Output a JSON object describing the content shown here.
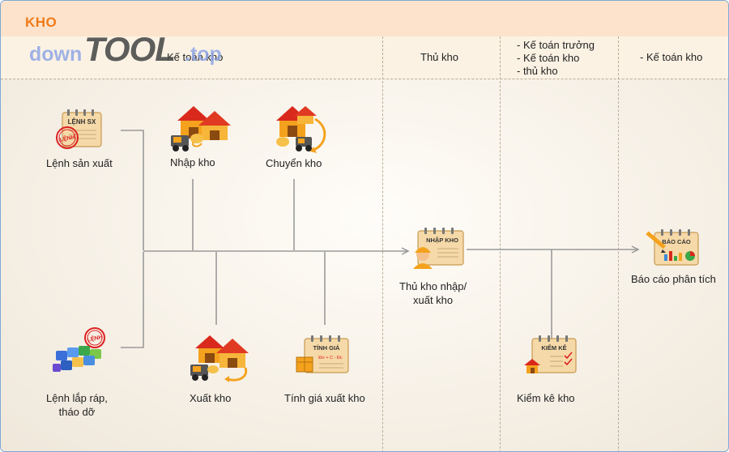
{
  "title": "KHO",
  "watermark": {
    "part1": "down",
    "part2": "TOOL",
    "part3": ".top"
  },
  "columns": [
    {
      "id": "ke-toan-kho",
      "label": "Kế toán kho"
    },
    {
      "id": "thu-kho",
      "label": "Thủ kho"
    },
    {
      "id": "multi-role",
      "lines": [
        "- Kế toán trưởng",
        "- Kế toán kho",
        "- thủ kho"
      ]
    },
    {
      "id": "ke-toan-kho-2",
      "label": "- Kế toán kho"
    }
  ],
  "nodes": {
    "lenh_san_xuat": {
      "label": "Lệnh sản xuất",
      "icon_text": "LỆNH SX",
      "stamp_text": "LỆNH"
    },
    "nhap_kho": {
      "label": "Nhập kho"
    },
    "chuyen_kho": {
      "label": "Chuyển kho"
    },
    "thu_kho_nhap_xuat": {
      "label_line1": "Thủ kho nhập/",
      "label_line2": "xuất kho",
      "icon_text": "NHẬP KHO"
    },
    "bao_cao": {
      "label": "Báo cáo phân tích",
      "icon_text": "BÁO CÁO"
    },
    "lenh_lap_rap": {
      "label_line1": "Lệnh lắp ráp,",
      "label_line2": "tháo dỡ",
      "stamp_text": "LỆNH"
    },
    "xuat_kho": {
      "label": "Xuất kho"
    },
    "tinh_gia": {
      "label": "Tính giá xuất kho",
      "icon_text": "TÍNH GIÁ",
      "formula_text": "Đơ + C - Đc"
    },
    "kiem_ke": {
      "label": "Kiểm kê kho",
      "icon_text": "KIỂM KÊ"
    }
  },
  "colors": {
    "accent": "#f07a1a",
    "header_bg": "#fde3cb",
    "connector": "#9a9a9a",
    "house_roof": "#d9291c",
    "box": "#f4a21e",
    "notepad": "#f6d9a8"
  }
}
